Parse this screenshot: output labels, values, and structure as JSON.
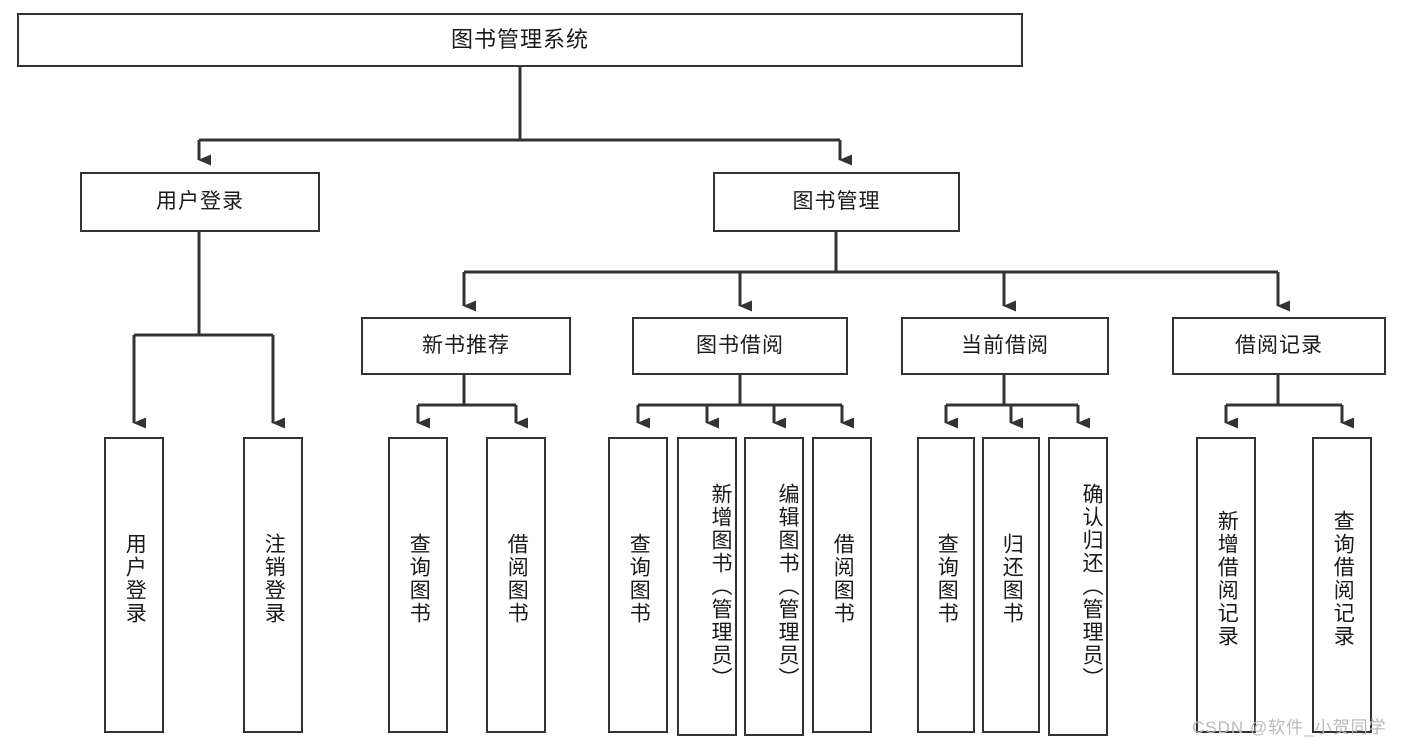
{
  "diagram": {
    "title": "图书管理系统",
    "type": "hierarchy-tree",
    "watermark": "CSDN @软件_小贺同学",
    "colors": {
      "background": "#ffffff",
      "border": "#333333",
      "text": "#1a1a1a",
      "connector": "#333333",
      "watermark": "#b9b9b9"
    },
    "nodes": {
      "root": {
        "label": "图书管理系统"
      },
      "level1": [
        {
          "id": "user-login",
          "label": "用户登录"
        },
        {
          "id": "book-manage",
          "label": "图书管理"
        }
      ],
      "level2": [
        {
          "id": "new-book-recommend",
          "label": "新书推荐"
        },
        {
          "id": "book-borrow",
          "label": "图书借阅"
        },
        {
          "id": "current-borrow",
          "label": "当前借阅"
        },
        {
          "id": "borrow-record",
          "label": "借阅记录"
        }
      ],
      "leaves": {
        "user-login": [
          {
            "id": "leaf-user-login",
            "label": "用户登录"
          },
          {
            "id": "leaf-logout",
            "label": "注销登录"
          }
        ],
        "new-book-recommend": [
          {
            "id": "leaf-query-book-1",
            "label": "查询图书"
          },
          {
            "id": "leaf-borrow-book-1",
            "label": "借阅图书"
          }
        ],
        "book-borrow": [
          {
            "id": "leaf-query-book-2",
            "label": "查询图书"
          },
          {
            "id": "leaf-add-book",
            "label": "新增图书（管理员）"
          },
          {
            "id": "leaf-edit-book",
            "label": "编辑图书（管理员）"
          },
          {
            "id": "leaf-borrow-book-2",
            "label": "借阅图书"
          }
        ],
        "current-borrow": [
          {
            "id": "leaf-query-book-3",
            "label": "查询图书"
          },
          {
            "id": "leaf-return-book",
            "label": "归还图书"
          },
          {
            "id": "leaf-confirm-return",
            "label": "确认归还（管理员）"
          }
        ],
        "borrow-record": [
          {
            "id": "leaf-add-record",
            "label": "新增借阅记录"
          },
          {
            "id": "leaf-query-record",
            "label": "查询借阅记录"
          }
        ]
      }
    }
  }
}
